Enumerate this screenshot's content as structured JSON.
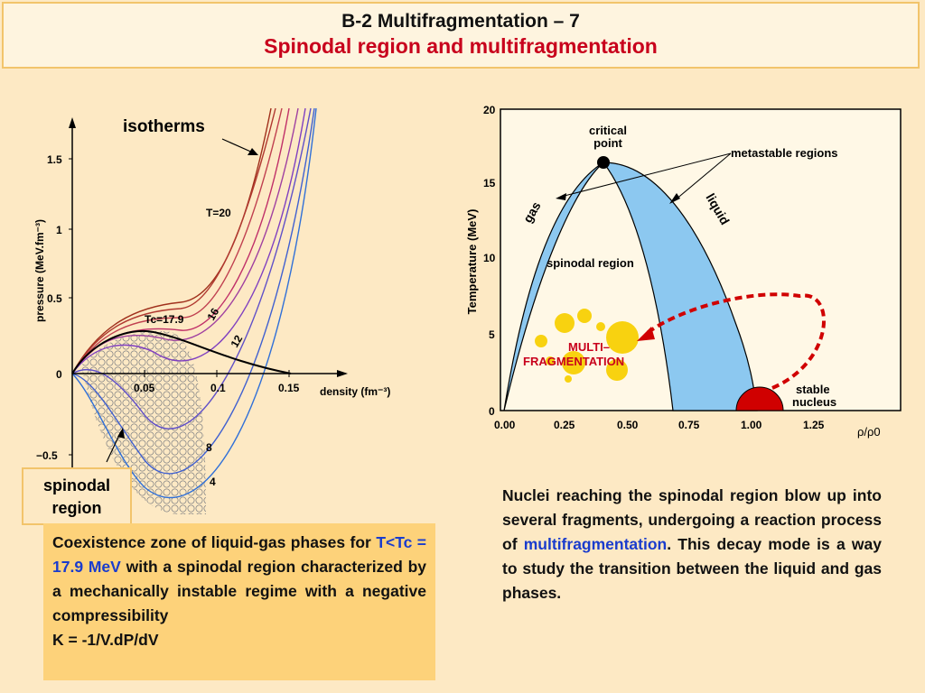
{
  "header": {
    "title": "B-2 Multifragmentation – 7",
    "subtitle": "Spinodal region and multifragmentation"
  },
  "left_plot": {
    "ylabel": "pressure (MeV.fm⁻³)",
    "xlabel": "density (fm⁻³)",
    "yticks": [
      "1.5",
      "1",
      "0.5",
      "0",
      "−0.5"
    ],
    "xticks": [
      "0.05",
      "0.1",
      "0.15"
    ],
    "isotherms_label": "isotherms",
    "curve_labels": [
      "T=20",
      "16",
      "12",
      "Tc=17.9",
      "8",
      "4"
    ],
    "spinodal_label": "spinodal region"
  },
  "right_plot": {
    "ylabel": "Temperature (MeV)",
    "xlabel": "ρ/ρ0",
    "yticks": [
      "20",
      "15",
      "10",
      "5",
      "0"
    ],
    "xticks": [
      "0.00",
      "0.25",
      "0.50",
      "0.75",
      "1.00",
      "1.25"
    ],
    "critical_point": "critical point",
    "metastable": "metastable regions",
    "gas": "gas",
    "liquid": "liquid",
    "spinodal": "spinodal region",
    "multifrag_line1": "MULTI–",
    "multifrag_line2": "FRAGMENTATION",
    "stable_line1": "stable",
    "stable_line2": "nucleus"
  },
  "box_left": {
    "part1": "Coexistence zone of liquid-gas phases for",
    "highlight": "T<Tc = 17.9 MeV",
    "part2": "with a spinodal region characterized by a mechanically instable regime with a negative compressibility",
    "formula": "K = -1/V.dP/dV"
  },
  "box_right": {
    "part1": "Nuclei reaching the spinodal region blow up into several fragments, undergoing a reaction process of",
    "highlight": "multifragmentation",
    "part2": ". This decay mode is a way to study the transition between the liquid and gas phases."
  },
  "colors": {
    "title_red": "#c8001c",
    "accent_blue": "#1a3ccd",
    "panel_fill": "#fde9c4",
    "box_fill": "#fdd27a",
    "spinodal_blue": "#8cc8f0",
    "nucleus_red": "#d00000"
  }
}
